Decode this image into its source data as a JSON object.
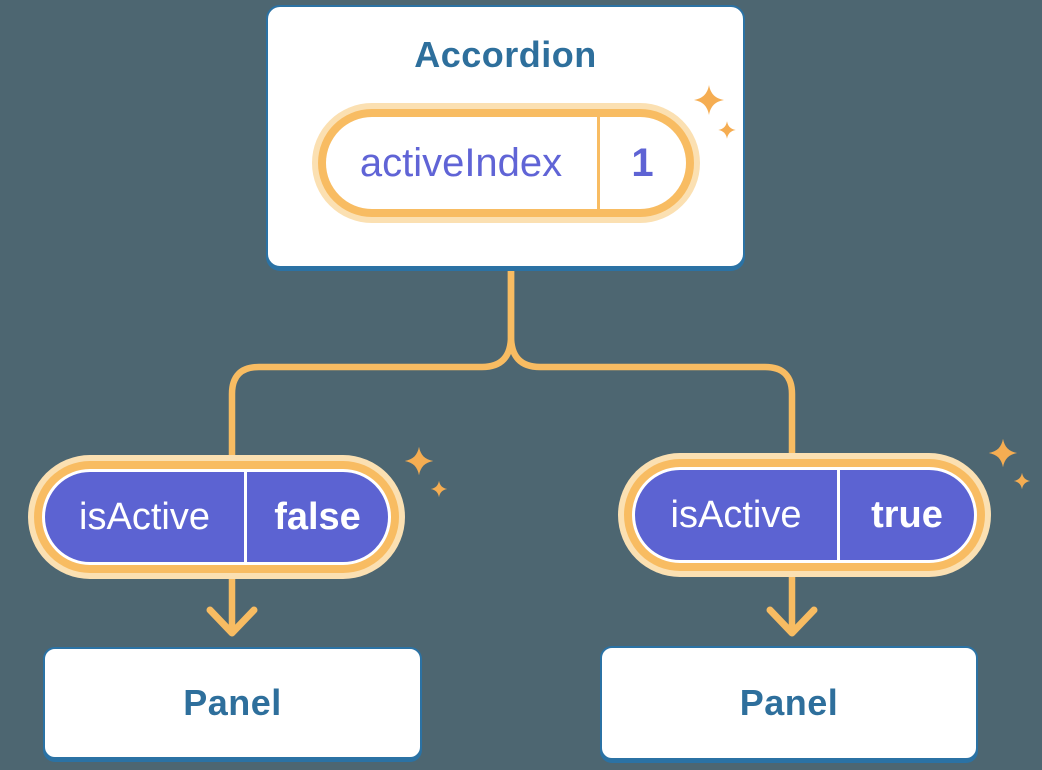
{
  "background_color": "#4D6671",
  "palette": {
    "card_border": "#2B72A4",
    "heading_text": "#2E6F9C",
    "connector_orange": "#F8BC62",
    "halo_orange": "#FBE0B2",
    "sparkle_orange": "#F5AD52",
    "pill_purple": "#5C63D2",
    "pill_indigo_text": "#6064D6",
    "pill_value_indigo": "#5E63D4",
    "white": "#FFFFFF"
  },
  "root_card": {
    "title": "Accordion",
    "state_pill": {
      "label": "activeIndex",
      "value": "1"
    }
  },
  "branches": [
    {
      "id": "left",
      "state_pill": {
        "label": "isActive",
        "value": "false"
      },
      "panel": {
        "label": "Panel"
      }
    },
    {
      "id": "right",
      "state_pill": {
        "label": "isActive",
        "value": "true"
      },
      "panel": {
        "label": "Panel"
      }
    }
  ],
  "icons": {
    "sparkle": "four-point-star"
  }
}
